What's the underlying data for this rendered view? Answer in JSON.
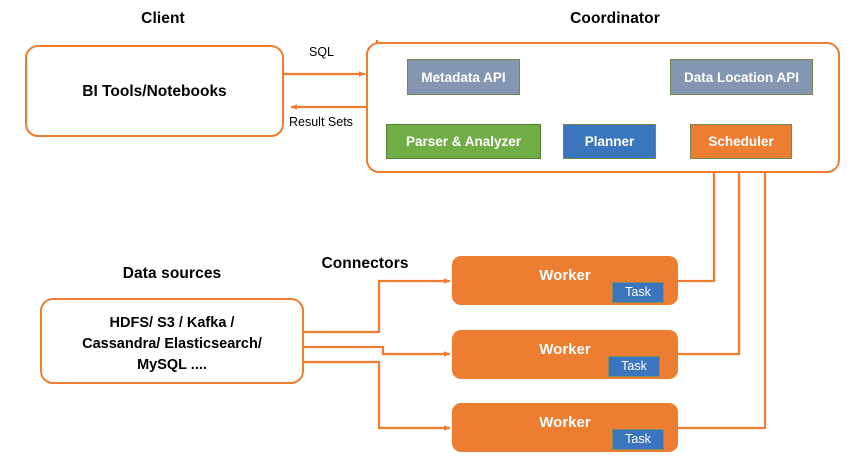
{
  "diagram": {
    "title_client": "Client",
    "title_coordinator": "Coordinator",
    "title_data_sources": "Data sources",
    "title_connectors": "Connectors",
    "accent_color": "#ED7D31",
    "gray_color": "#8496B0",
    "green_color": "#70AD47",
    "blue_color": "#3A75BE"
  },
  "client": {
    "box_label": "BI Tools/Notebooks"
  },
  "edges": {
    "sql": "SQL",
    "result_sets": "Result Sets"
  },
  "coordinator": {
    "metadata_api": "Metadata API",
    "data_location_api": "Data Location API",
    "parser_analyzer": "Parser & Analyzer",
    "planner": "Planner",
    "scheduler": "Scheduler"
  },
  "data_sources": {
    "line1": "HDFS/ S3 / Kafka /",
    "line2": "Cassandra/ Elasticsearch/",
    "line3": "MySQL ...."
  },
  "workers": [
    {
      "label": "Worker",
      "task": "Task"
    },
    {
      "label": "Worker",
      "task": "Task"
    },
    {
      "label": "Worker",
      "task": "Task"
    }
  ]
}
